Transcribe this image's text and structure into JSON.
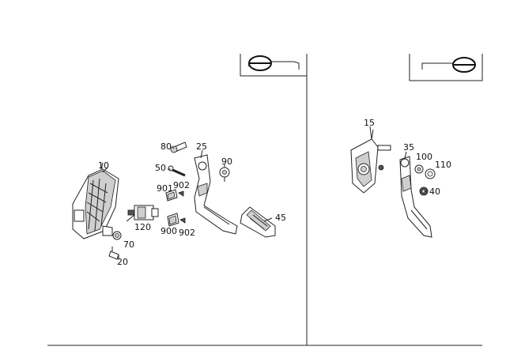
{
  "labels": {
    "p10": "10",
    "p20": "20",
    "p25": "25",
    "p45": "45",
    "p50": "50",
    "p70": "70",
    "p80": "80",
    "p90": "90",
    "p120": "120",
    "p900": "900",
    "p901": "901",
    "p902a": "902",
    "p902b": "902",
    "p15": "15",
    "p35": "35",
    "p40": "40",
    "p100": "100",
    "p110": "110"
  },
  "icons": {
    "left_panel_car": "steering-wheel-lhd-icon",
    "right_panel_car": "steering-wheel-rhd-icon"
  }
}
